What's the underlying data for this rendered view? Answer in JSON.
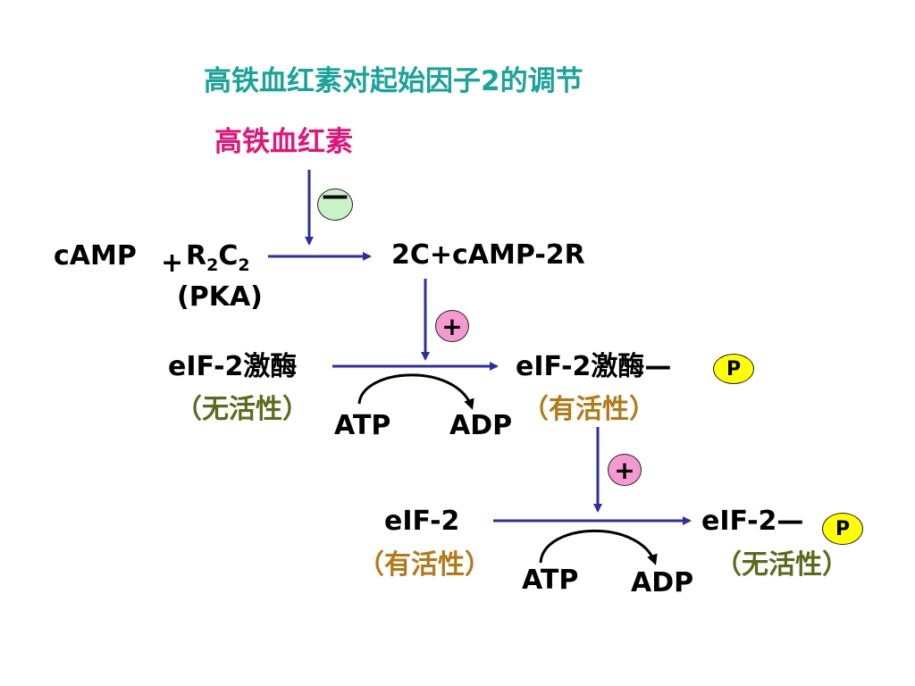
{
  "title": "高铁血红素对起始因子2的调节",
  "heme": "高铁血红素",
  "inhibit_sign": "—",
  "camp": "cAMP",
  "plus_sign": "+",
  "r2c2": {
    "r": "R",
    "r_sub": "2",
    "c": "C",
    "c_sub": "2"
  },
  "pka": "(PKA)",
  "dissociated": "2C+cAMP-2R",
  "activate_sign_1": "+",
  "activate_sign_2": "+",
  "kinase_inactive": {
    "name": "eIF-2激酶",
    "state": "（无活性）"
  },
  "kinase_active": {
    "name": "eIF-2激酶—",
    "state": "（有活性）"
  },
  "eif2_active": {
    "name": "eIF-2",
    "state": "（有活性）"
  },
  "eif2_inactive": {
    "name": "eIF-2—",
    "state": "（无活性）"
  },
  "phospho_label_1": "P",
  "phospho_label_2": "P",
  "atp_1": "ATP",
  "adp_1": "ADP",
  "atp_2": "ATP",
  "adp_2": "ADP",
  "colors": {
    "title": "#1aa39a",
    "heme": "#e0157a",
    "arrow": "#2e2e9e",
    "inactive_state": "#5c6a1c",
    "active_state": "#b17b1a",
    "minus_circle": "#c9f2c7",
    "plus_circle": "#f59ad0",
    "phosphate": "#ffff00"
  }
}
